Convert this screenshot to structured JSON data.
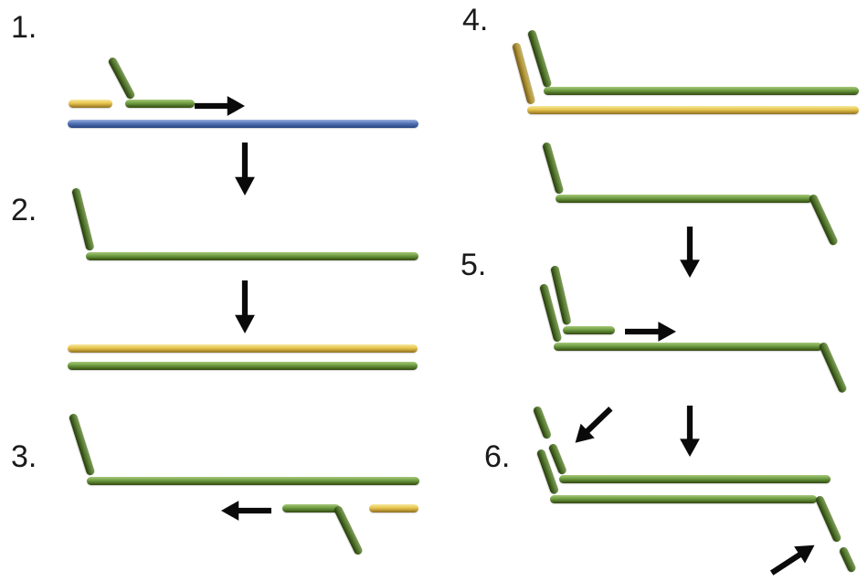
{
  "steps": [
    {
      "label": "1."
    },
    {
      "label": "2."
    },
    {
      "label": "3."
    },
    {
      "label": "4."
    },
    {
      "label": "5."
    },
    {
      "label": "6."
    }
  ],
  "colors": {
    "green": "#6d9b40",
    "green_light": "#a8c97b",
    "green_dark": "#31490f",
    "yellow": "#e7c44c",
    "yellow_light": "#f7e9a0",
    "yellow_dark": "#8f6e22",
    "blue": "#5273b7",
    "blue_light": "#9db1dd",
    "blue_dark": "#27437e",
    "arrow": "#0a0a0a",
    "label": "#1a1a1a",
    "background": "#ffffff"
  }
}
